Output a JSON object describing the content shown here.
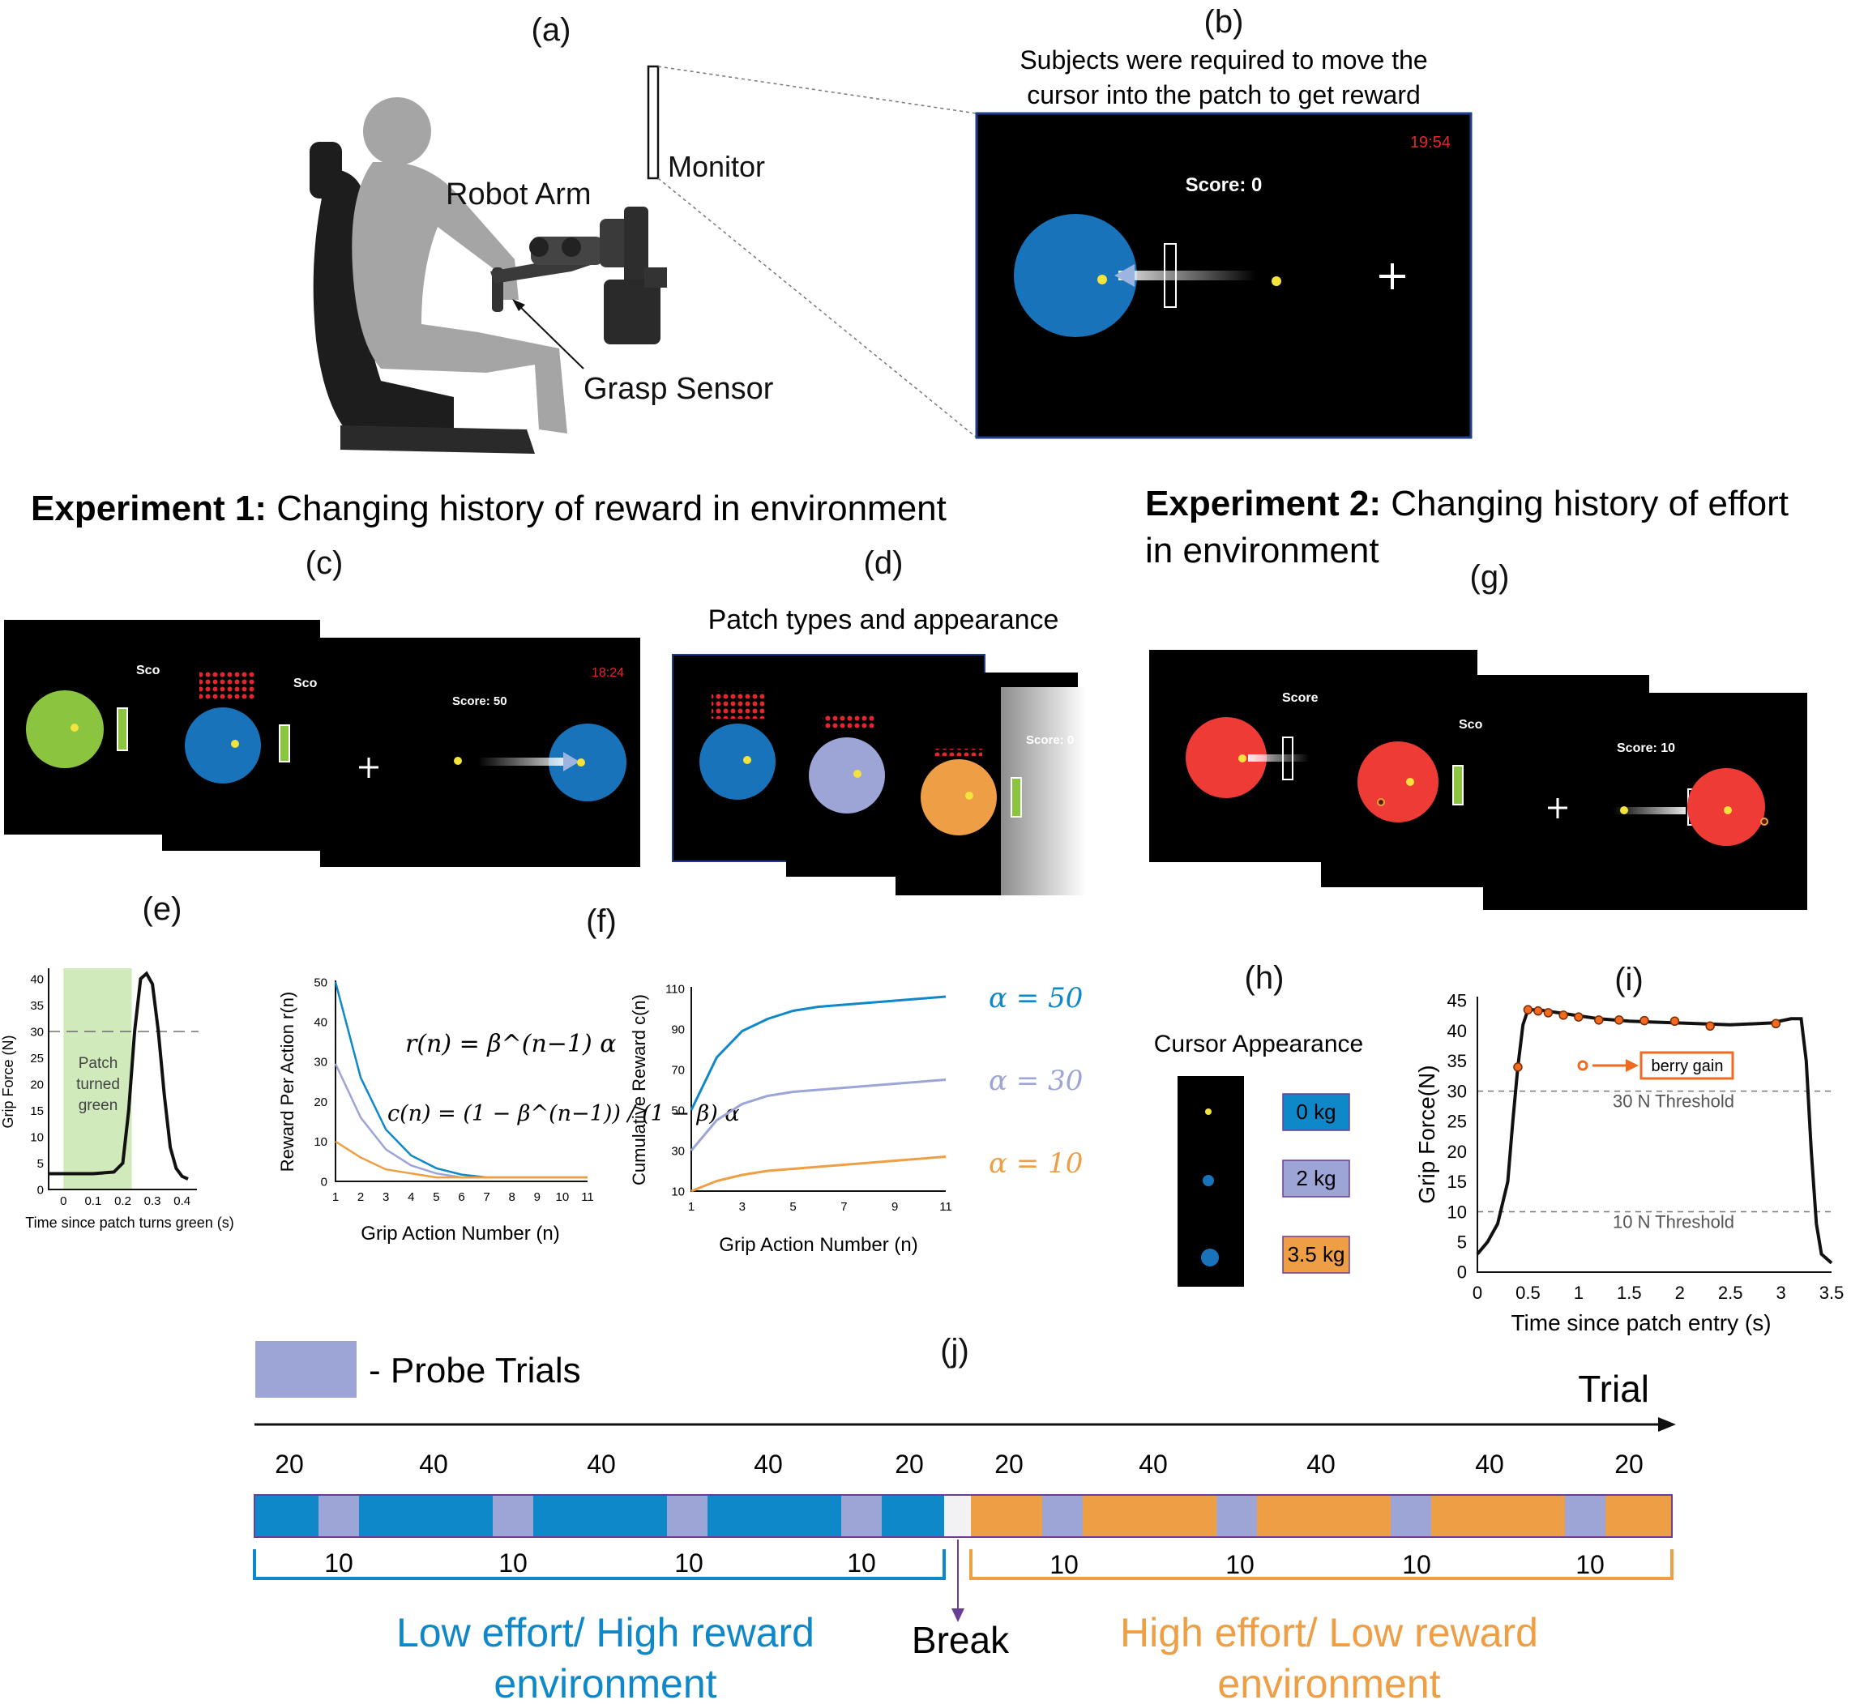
{
  "labels": {
    "a": "(a)",
    "b": "(b)",
    "c": "(c)",
    "d": "(d)",
    "e": "(e)",
    "f": "(f)",
    "g": "(g)",
    "h": "(h)",
    "i": "(i)",
    "j": "(j)"
  },
  "panel_a": {
    "monitor": "Monitor",
    "robot_arm": "Robot Arm",
    "grasp_sensor": "Grasp Sensor"
  },
  "panel_b": {
    "caption_line1": "Subjects were required to move the",
    "caption_line2": "cursor into the patch to get reward",
    "timer": "19:54",
    "score": "Score: 0"
  },
  "experiment1": {
    "bold": "Experiment 1:",
    "rest": " Changing history of reward in environment"
  },
  "experiment2": {
    "bold": "Experiment 2:",
    "rest": " Changing history of effort",
    "line2": "in environment"
  },
  "panel_c": {
    "frame1_score": "Sco",
    "frame2_score": "Sco",
    "frame4_score": "Score: 50",
    "frame4_timer": "18:24"
  },
  "panel_d": {
    "title": "Patch types and appearance",
    "score": "Score: 0"
  },
  "panel_g": {
    "frame1_score": "Score",
    "frame2_score": "Sco",
    "frame3_score": "Score: 10"
  },
  "panel_h": {
    "title": "Cursor Appearance",
    "items": [
      {
        "label": "0 kg",
        "color": "#0f88c9"
      },
      {
        "label": "2 kg",
        "color": "#9da4d6"
      },
      {
        "label": "3.5 kg",
        "color": "#ee9f45"
      }
    ]
  },
  "colors": {
    "blue": "#0f88c9",
    "lavender": "#9da4d6",
    "orange": "#ee9f45",
    "green": "#8bc53f",
    "red": "#ee3b35",
    "patch_blue": "#1873ba",
    "patch_green": "#c9e6b0"
  },
  "chart_data": [
    {
      "id": "e",
      "type": "line",
      "xlabel": "Time since patch turns green (s)",
      "ylabel": "Grip Force (N)",
      "xlim": [
        -0.05,
        0.45
      ],
      "ylim": [
        0,
        42
      ],
      "xticks": [
        "0",
        "0.1",
        "0.2",
        "0.3",
        "0.4"
      ],
      "yticks": [
        "0",
        "5",
        "10",
        "15",
        "20",
        "25",
        "30",
        "35",
        "40"
      ],
      "annotation": [
        "Patch",
        "turned",
        "green"
      ],
      "shaded_region_x": [
        0,
        0.23
      ],
      "threshold": 30,
      "series": [
        {
          "x": [
            -0.05,
            0,
            0.1,
            0.17,
            0.2,
            0.22,
            0.24,
            0.26,
            0.28,
            0.3,
            0.32,
            0.34,
            0.36,
            0.38,
            0.4,
            0.42
          ],
          "values": [
            3,
            3,
            3,
            3.3,
            5,
            15,
            30,
            40,
            41,
            39,
            30,
            18,
            8,
            4,
            2.5,
            2
          ]
        }
      ]
    },
    {
      "id": "f1",
      "type": "line",
      "xlabel": "Grip Action Number (n)",
      "ylabel": "Reward Per Action r(n)",
      "xlim": [
        1,
        11
      ],
      "ylim": [
        0,
        50
      ],
      "xticks": [
        "1",
        "2",
        "3",
        "4",
        "5",
        "6",
        "7",
        "8",
        "9",
        "10",
        "11"
      ],
      "yticks": [
        "0",
        "10",
        "20",
        "30",
        "40",
        "50"
      ],
      "formula1": "r(n) = β^(n−1) α",
      "formula2": "c(n) = (1 − β^(n−1)) / (1 − β) α",
      "series": [
        {
          "x": [
            1,
            2,
            3,
            4,
            5,
            6,
            7,
            8,
            9,
            10,
            11
          ],
          "values": [
            50,
            26,
            13,
            6.5,
            3.3,
            1.7,
            1,
            1,
            1,
            1,
            1
          ]
        },
        {
          "x": [
            1,
            2,
            3,
            4,
            5,
            6,
            7,
            8,
            9,
            10,
            11
          ],
          "values": [
            29.5,
            16,
            8,
            4,
            2,
            1,
            1,
            1,
            1,
            1,
            1
          ]
        },
        {
          "x": [
            1,
            2,
            3,
            4,
            5,
            6,
            7,
            8,
            9,
            10,
            11
          ],
          "values": [
            10,
            6,
            3,
            2,
            1,
            1,
            1,
            1,
            1,
            1,
            1
          ]
        }
      ]
    },
    {
      "id": "f2",
      "type": "line",
      "xlabel": "Grip Action Number (n)",
      "ylabel": "Cumulative Reward c(n)",
      "xlim": [
        1,
        11
      ],
      "ylim": [
        10,
        110
      ],
      "xticks": [
        "1",
        "3",
        "5",
        "7",
        "9",
        "11"
      ],
      "yticks": [
        "10",
        "30",
        "50",
        "70",
        "90",
        "110"
      ],
      "series": [
        {
          "name": "α = 50",
          "x": [
            1,
            2,
            3,
            4,
            5,
            6,
            7,
            8,
            9,
            10,
            11
          ],
          "values": [
            50,
            76,
            89,
            95,
            99,
            101,
            102,
            103,
            104,
            105,
            106
          ]
        },
        {
          "name": "α = 30",
          "x": [
            1,
            2,
            3,
            4,
            5,
            6,
            7,
            8,
            9,
            10,
            11
          ],
          "values": [
            30,
            45,
            53,
            57,
            59,
            60,
            61,
            62,
            63,
            64,
            65
          ]
        },
        {
          "name": "α = 10",
          "x": [
            1,
            2,
            3,
            4,
            5,
            6,
            7,
            8,
            9,
            10,
            11
          ],
          "values": [
            10,
            15,
            18,
            20,
            21,
            22,
            23,
            24,
            25,
            26,
            27
          ]
        }
      ]
    },
    {
      "id": "i",
      "type": "line",
      "xlabel": "Time since patch entry (s)",
      "ylabel": "Grip Force(N)",
      "xlim": [
        0,
        3.5
      ],
      "ylim": [
        0,
        45
      ],
      "xticks": [
        "0",
        "0.5",
        "1",
        "1.5",
        "2",
        "2.5",
        "3",
        "3.5"
      ],
      "yticks": [
        "0",
        "5",
        "10",
        "15",
        "20",
        "25",
        "30",
        "35",
        "40",
        "45"
      ],
      "thresholds": [
        {
          "value": 30,
          "label": "30 N Threshold"
        },
        {
          "value": 10,
          "label": "10 N Threshold"
        }
      ],
      "legend": "berry gain",
      "series": [
        {
          "x": [
            0,
            0.1,
            0.2,
            0.3,
            0.35,
            0.4,
            0.45,
            0.5,
            0.6,
            0.8,
            1.0,
            1.2,
            1.5,
            2.0,
            2.5,
            2.9,
            3.1,
            3.2,
            3.25,
            3.3,
            3.35,
            3.4,
            3.5
          ],
          "values": [
            3,
            5,
            8,
            15,
            25,
            34,
            41,
            43.5,
            43.5,
            43,
            42.5,
            42,
            41.6,
            41.3,
            41,
            41.3,
            42,
            42,
            35,
            20,
            8,
            3,
            1.5
          ]
        }
      ],
      "markers": {
        "x": [
          0.4,
          0.5,
          0.6,
          0.7,
          0.85,
          1.0,
          1.2,
          1.4,
          1.65,
          1.95,
          2.3,
          2.95
        ],
        "values": [
          34,
          43.5,
          43.3,
          43,
          42.6,
          42.3,
          41.8,
          41.8,
          41.7,
          41.6,
          40.8,
          41.2
        ]
      }
    }
  ],
  "panel_j": {
    "legend": "- Probe Trials",
    "trial": "Trial",
    "top_numbers": [
      "20",
      "40",
      "40",
      "40",
      "20",
      "20",
      "40",
      "40",
      "40",
      "20"
    ],
    "bottom_numbers": [
      "10",
      "10",
      "10",
      "10",
      "10",
      "10",
      "10",
      "10"
    ],
    "break": "Break",
    "low_line1": "Low effort/ High reward",
    "low_line2": "environment",
    "high_line1": "High effort/ Low reward",
    "high_line2": "environment"
  }
}
